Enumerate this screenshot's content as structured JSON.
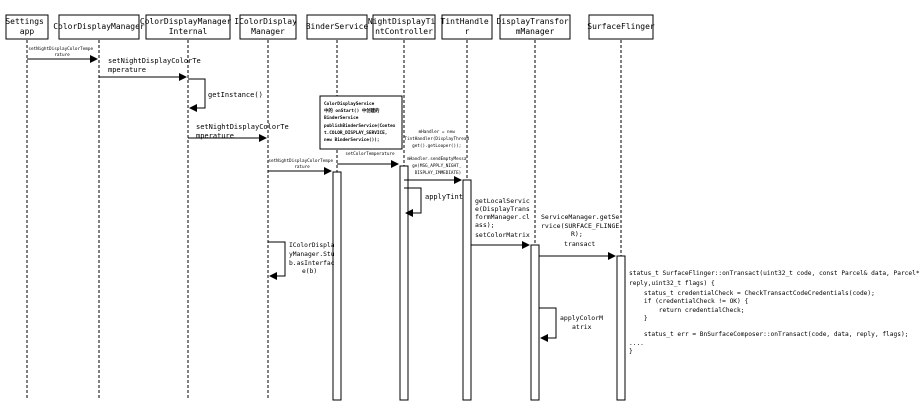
{
  "participants": [
    {
      "id": "settings",
      "lines": [
        "Settings",
        "app"
      ]
    },
    {
      "id": "cdm",
      "lines": [
        "ColorDisplayManager"
      ]
    },
    {
      "id": "cdmi",
      "lines": [
        "ColorDisplayManager",
        "Internal"
      ]
    },
    {
      "id": "icdm",
      "lines": [
        "IColorDisplay",
        "Manager"
      ]
    },
    {
      "id": "binder",
      "lines": [
        "BinderService"
      ]
    },
    {
      "id": "ndtc",
      "lines": [
        "NightDisplayTi",
        "ntController"
      ]
    },
    {
      "id": "tint",
      "lines": [
        "TintHandle",
        "r"
      ]
    },
    {
      "id": "dtm",
      "lines": [
        "DisplayTransfor",
        "mManager"
      ]
    },
    {
      "id": "sf",
      "lines": [
        "SurfaceFlinger"
      ]
    }
  ],
  "messages": [
    {
      "id": "m1",
      "lines": [
        "setNightDisplayColorTempe",
        "rature"
      ]
    },
    {
      "id": "m2",
      "lines": [
        "setNightDisplayColorTe",
        "mperature"
      ]
    },
    {
      "id": "m3",
      "lines": [
        "getInstance()"
      ]
    },
    {
      "id": "m4",
      "lines": [
        "setNightDisplayColorTe",
        "mperature"
      ]
    },
    {
      "id": "m5",
      "lines": [
        "setNightDisplayColorTempe",
        "rature"
      ]
    },
    {
      "id": "m6",
      "lines": [
        "IColorDispla",
        "yManager.Stu",
        "b.asInterfac",
        "e(b)"
      ]
    },
    {
      "id": "m7",
      "lines": [
        "setColorTemperature"
      ]
    },
    {
      "id": "m8",
      "lines": [
        "mHandler = new",
        "TintHandler(DisplayThread",
        "get().getLooper());",
        "",
        "mHandler.sendEmptyMessa",
        "ge(MSG_APPLY_NIGHT_",
        "DISPLAY_IMMEDIATE)"
      ]
    },
    {
      "id": "m9",
      "lines": [
        "applyTint"
      ]
    },
    {
      "id": "m10",
      "lines": [
        "getLocalServic",
        "e(DisplayTrans",
        "formManager.cl",
        "ass);",
        "setColorMatrix"
      ]
    },
    {
      "id": "m11",
      "lines": [
        "ServiceManager.getSe",
        "rvice(SURFACE_FLINGE",
        "R);",
        "transact"
      ]
    },
    {
      "id": "m12",
      "lines": [
        "applyColorM",
        "atrix"
      ]
    }
  ],
  "notes": [
    {
      "id": "note-binder",
      "lines": [
        "ColorDisplayService",
        "中的 onStart() 中创建的",
        "BinderService",
        "publishBinderService(Contex",
        "t.COLOR_DISPLAY_SERVICE,",
        "new BinderService());"
      ]
    }
  ],
  "code": [
    "status_t SurfaceFlinger::onTransact(uint32_t code, const Parcel& data, Parcel*",
    "reply,uint32_t flags) {",
    "    status_t credentialCheck = CheckTransactCodeCredentials(code);",
    "    if (credentialCheck != OK) {",
    "        return credentialCheck;",
    "    }",
    "",
    "    status_t err = BnSurfaceComposer::onTransact(code, data, reply, flags);",
    "....",
    "}"
  ]
}
